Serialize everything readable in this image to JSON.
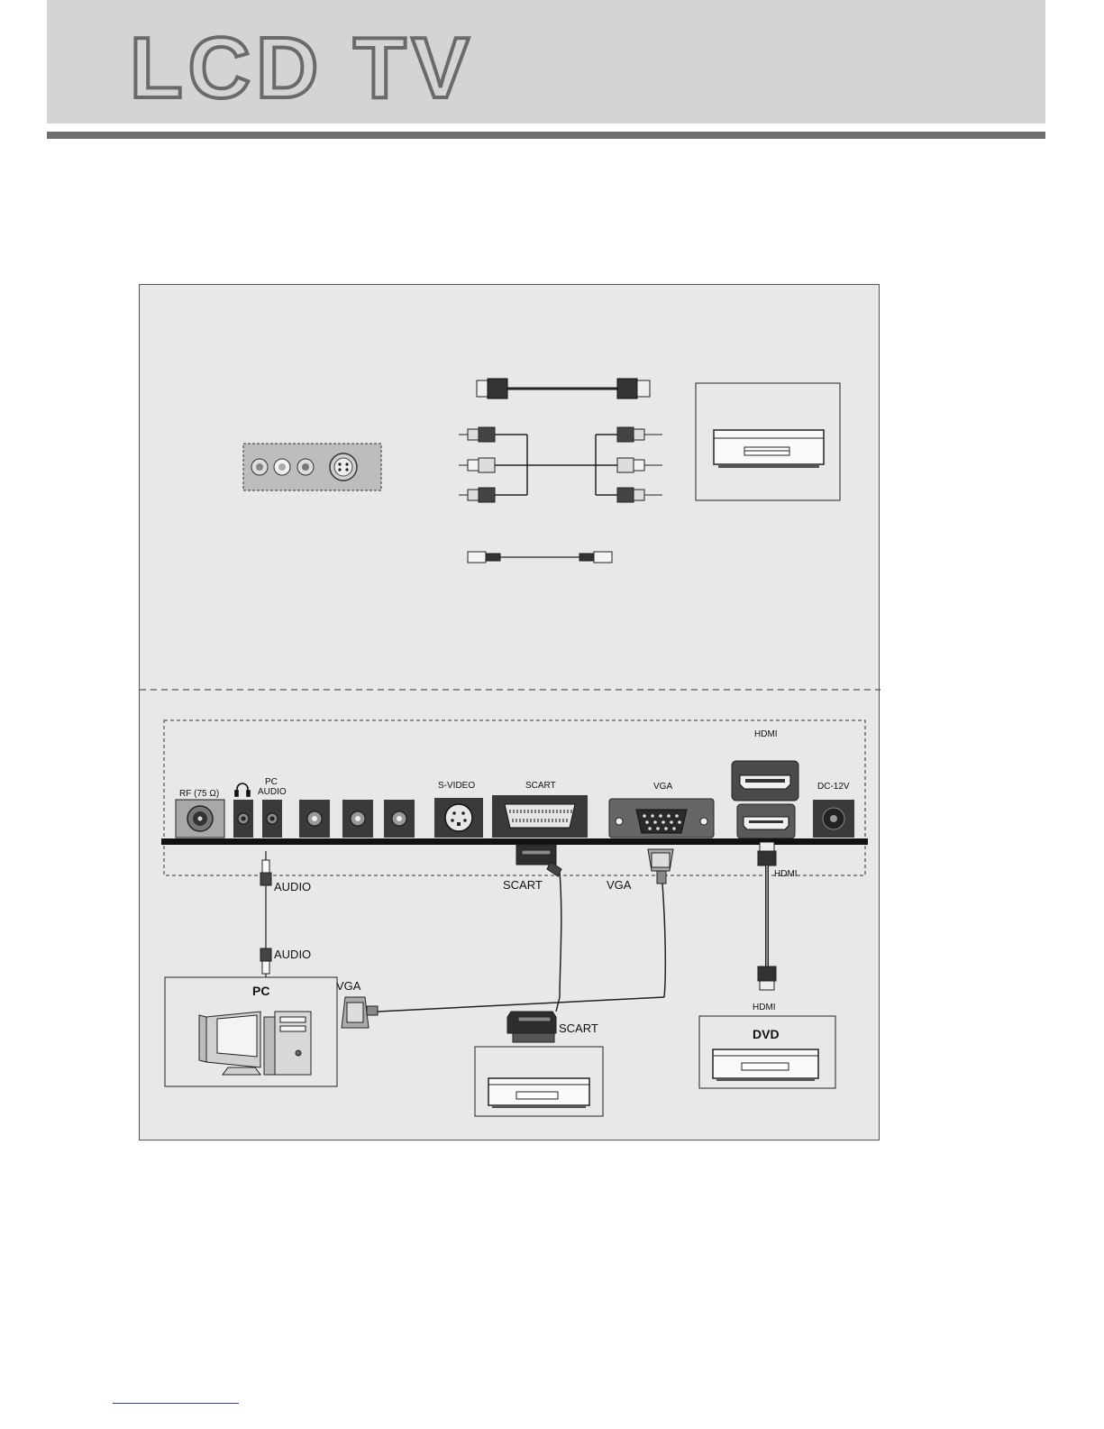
{
  "header": {
    "title": "LCD TV"
  },
  "panel": {
    "ports": {
      "rf": "RF (75 Ω)",
      "pc_audio_line1": "PC",
      "pc_audio_line2": "AUDIO",
      "svideo": "S-VIDEO",
      "scart": "SCART",
      "vga": "VGA",
      "hdmi": "HDMI",
      "dc": "DC-12V"
    },
    "cables": {
      "audio_top": "AUDIO",
      "audio_bottom": "AUDIO",
      "scart_top": "SCART",
      "scart_bottom": "SCART",
      "vga_top": "VGA",
      "vga_pc": "VGA",
      "hdmi_top": "HDMI",
      "hdmi_bottom": "HDMI"
    },
    "devices": {
      "pc": "PC",
      "dvd": "DVD"
    }
  },
  "colors": {
    "header_band": "#d4d4d4",
    "header_rule": "#6e6e6e",
    "panel_bg": "#e8e8e8",
    "port_fill": "#3a3a3a"
  }
}
